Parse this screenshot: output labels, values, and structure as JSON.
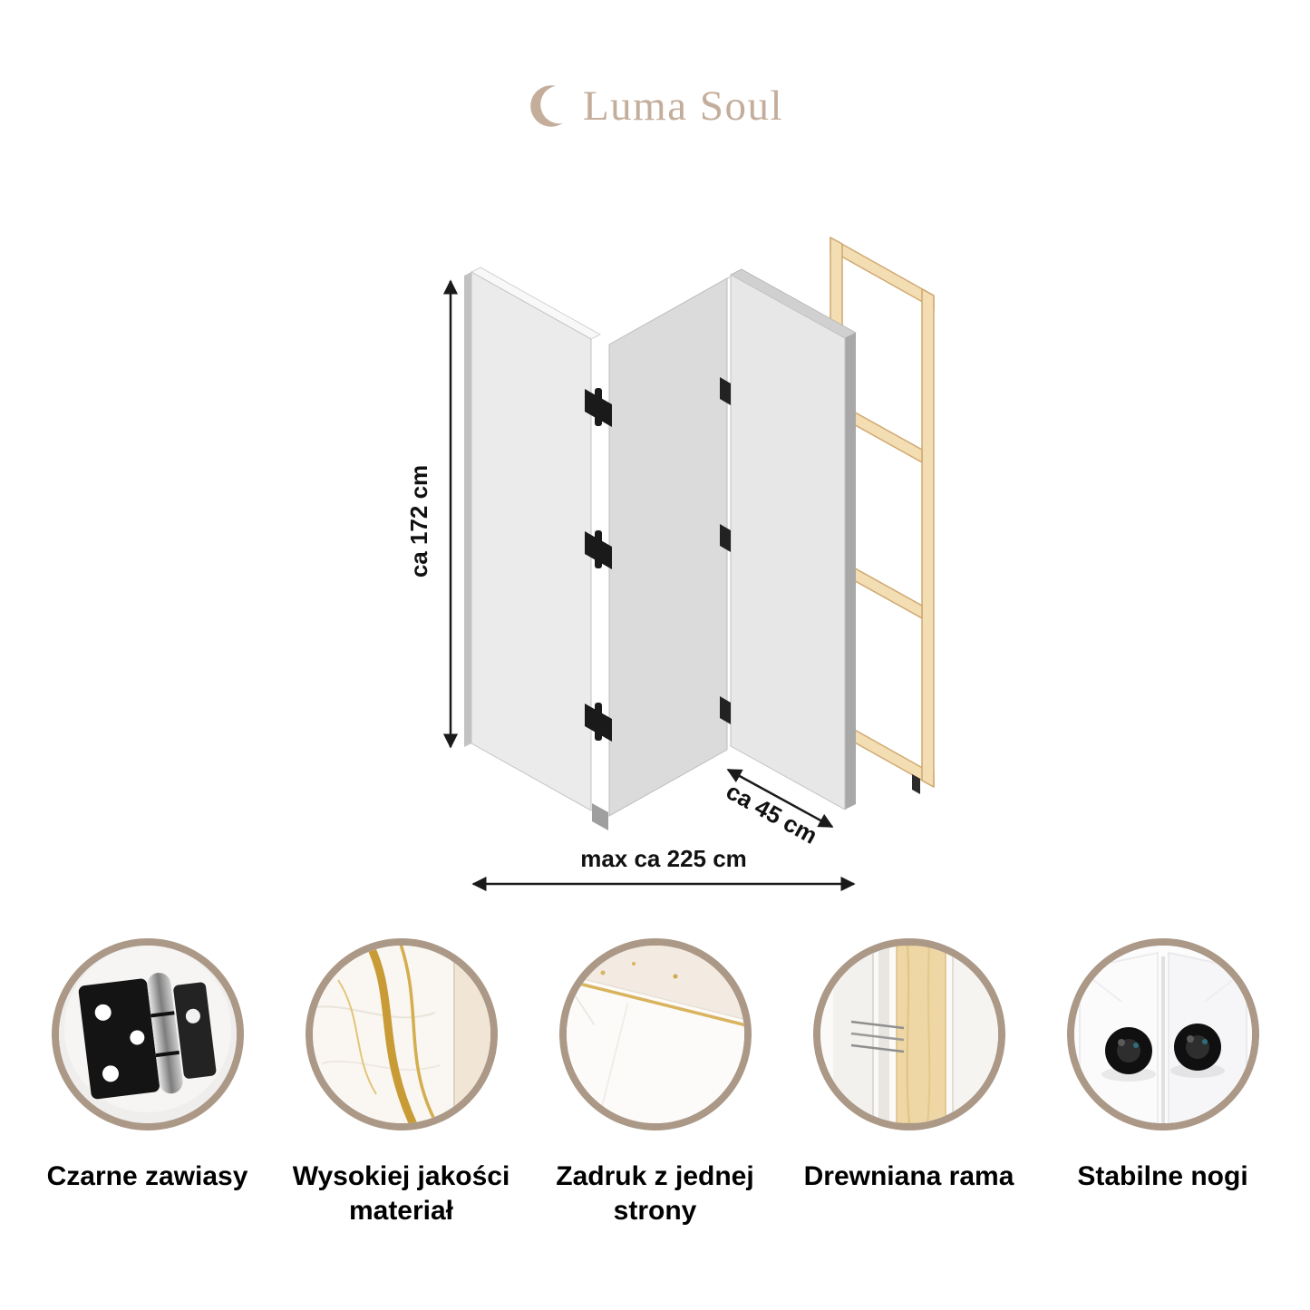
{
  "logo": {
    "text": "Luma Soul"
  },
  "diagram": {
    "height_label": "ca 172 cm",
    "depth_label": "ca 45 cm",
    "width_label": "max ca 225 cm"
  },
  "features": [
    {
      "icon": "black-hinge",
      "label": "Czarne zawiasy"
    },
    {
      "icon": "high-quality-material",
      "label": "Wysokiej jakości materiał"
    },
    {
      "icon": "single-side-print",
      "label": "Zadruk z jednej strony"
    },
    {
      "icon": "wooden-frame",
      "label": "Drewniana rama"
    },
    {
      "icon": "stable-feet",
      "label": "Stabilne nogi"
    }
  ],
  "colors": {
    "accent_circle_border": "#ab9886",
    "logo_tan": "#c4ae9b",
    "panel_gray": "#e9e9e9",
    "wood": "#f3ddb3",
    "text": "#000000"
  }
}
